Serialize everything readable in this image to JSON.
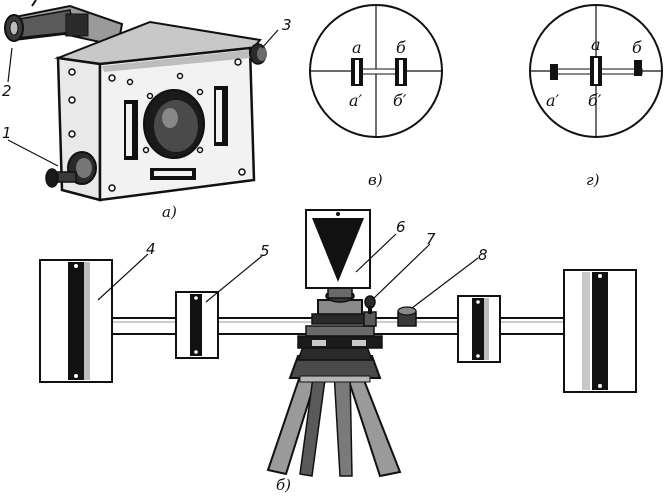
{
  "callouts": [
    "1",
    "2",
    "3",
    "4",
    "5",
    "6",
    "7",
    "8"
  ],
  "subfigures": {
    "a": "а)",
    "b": "б)",
    "v": "в)",
    "g": "г)"
  },
  "view_v": {
    "top_left": "а",
    "top_right": "б",
    "bottom_left": "а′",
    "bottom_right": "б′"
  },
  "view_g": {
    "top_mid": "а",
    "top_right": "б",
    "bottom_left": "а′",
    "bottom_mid": "б′"
  },
  "colors": {
    "ink": "#111111",
    "paper": "#ffffff",
    "grey": "#8a8a8a",
    "light": "#d6d6d6"
  }
}
